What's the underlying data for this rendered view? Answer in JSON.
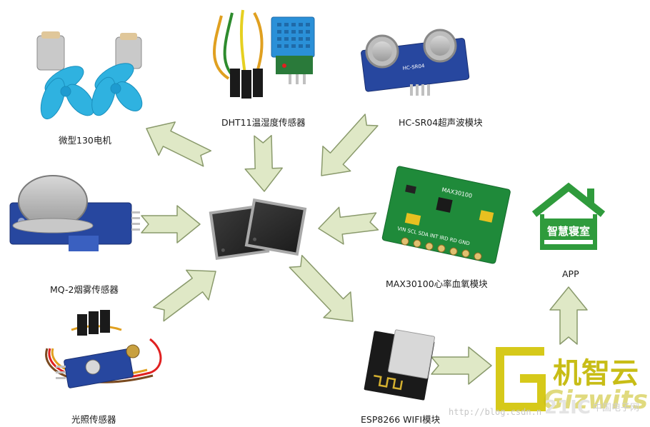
{
  "colors": {
    "arrow_fill": "#dfe8c6",
    "arrow_stroke": "#8a9a6c",
    "home_green": "#2f9b3c",
    "gizwits_yellow": "#d6c91a",
    "chip": "#2b2b2b",
    "pcb_blue": "#27479f",
    "pcb_green": "#1f8a3a"
  },
  "center": {
    "name": "microcontroller"
  },
  "modules": {
    "motor": {
      "label": "微型130电机"
    },
    "dht11": {
      "label": "DHT11温湿度传感器"
    },
    "hcsr04": {
      "label": "HC-SR04超声波模块",
      "board_text": "HC-SR04"
    },
    "mq2": {
      "label": "MQ-2烟雾传感器"
    },
    "max30100": {
      "label": "MAX30100心率血氧模块",
      "board_text": "MAX30100",
      "pins_text": "VIN SCL SDA INT IRD RD GND"
    },
    "light": {
      "label": "光照传感器"
    },
    "esp8266": {
      "label": "ESP8266 WIFI模块"
    }
  },
  "app": {
    "label": "APP",
    "logo_text": "智慧寝室"
  },
  "gizwits": {
    "cn_text": "机智云",
    "en_text": "Gizwits"
  },
  "watermark": {
    "url": "http://blog.csdn.n",
    "brand": "21IC",
    "brand_cn": "中国电子网"
  }
}
